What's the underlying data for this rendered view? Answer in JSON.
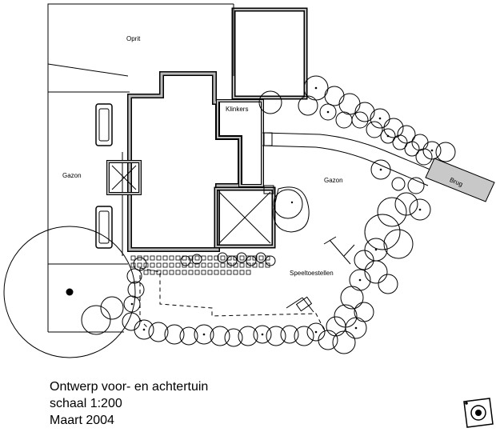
{
  "labels": {
    "oprit": "Oprit",
    "klinkers": "Klinkers",
    "gazon_left": "Gazon",
    "gazon_right": "Gazon",
    "brug": "Brug",
    "speeltoestellen": "Speeltoestellen"
  },
  "title": {
    "line1": "Ontwerp voor- en achtertuin",
    "line2": "schaal 1:200",
    "line3": "Maart 2004"
  },
  "colors": {
    "line": "#000000",
    "wall_fill": "#bbbbbb",
    "brug_fill": "#c8c8c8"
  },
  "icons": {
    "compass": "compass-rose-icon"
  }
}
